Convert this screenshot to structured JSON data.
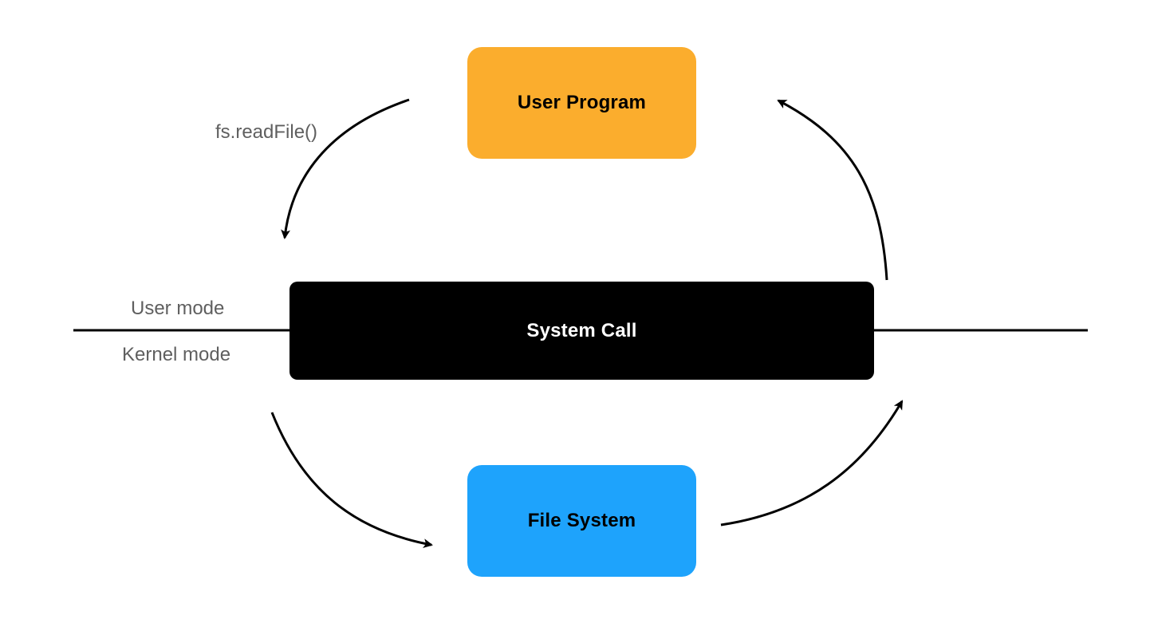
{
  "diagram": {
    "nodes": {
      "user_program": {
        "label": "User Program",
        "color": "#fbad2d"
      },
      "system_call": {
        "label": "System Call",
        "color": "#000000"
      },
      "file_system": {
        "label": "File System",
        "color": "#1ea3fc"
      }
    },
    "labels": {
      "call": "fs.readFile()",
      "user_mode": "User mode",
      "kernel_mode": "Kernel mode"
    },
    "edges": [
      {
        "from": "user_program",
        "to": "system_call",
        "label": "fs.readFile()"
      },
      {
        "from": "system_call",
        "to": "file_system",
        "label": ""
      },
      {
        "from": "file_system",
        "to": "system_call",
        "label": ""
      },
      {
        "from": "system_call",
        "to": "user_program",
        "label": ""
      }
    ],
    "colors": {
      "line": "#000000",
      "label_text": "#5f5f5f",
      "background": "#ffffff"
    }
  }
}
